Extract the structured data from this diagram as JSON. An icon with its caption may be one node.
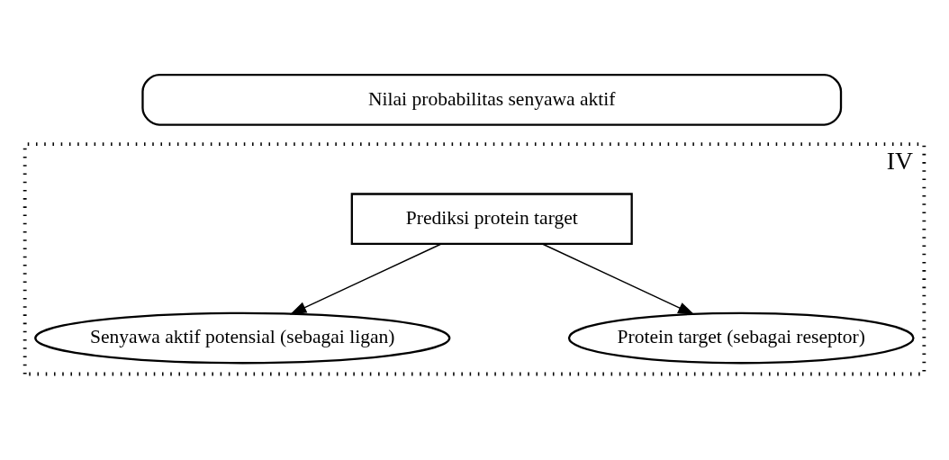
{
  "diagram": {
    "nodes": [
      {
        "text": [
          "Nilai probabilitas senyawa aktif"
        ]
      },
      {
        "text": [
          "IV"
        ]
      },
      {
        "text": [
          "Prediksi protein target"
        ],
        "in": 1
      },
      {
        "text": [
          "Senyawa aktif potensial (sebagai ligan)"
        ],
        "in": 1
      },
      {
        "text": [
          "Protein target (sebagai reseptor)"
        ],
        "in": 1
      }
    ],
    "edges": [
      {
        "from": 2,
        "to": 3,
        "arrow": "to"
      },
      {
        "from": 2,
        "to": 4,
        "arrow": "to"
      }
    ]
  }
}
